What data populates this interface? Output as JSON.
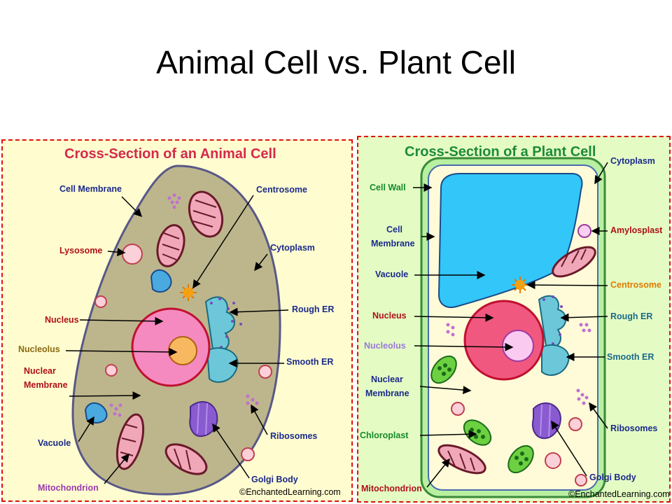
{
  "page": {
    "title": "Animal Cell vs. Plant Cell"
  },
  "colors": {
    "animal_title": "#d42a4a",
    "plant_title": "#1d8a3a",
    "label_blue": "#1b2a8a",
    "label_red": "#b0101a",
    "label_olive": "#8a6a10",
    "label_purple": "#9a3ab0",
    "label_green": "#158a2a",
    "label_orange": "#e07a00",
    "label_teal": "#1a6a8a"
  },
  "animal": {
    "title": "Cross-Section of an Animal Cell",
    "labels": {
      "cell_membrane": "Cell Membrane",
      "lysosome": "Lysosome",
      "nucleus": "Nucleus",
      "nucleolus": "Nucleolus",
      "nuclear_membrane_1": "Nuclear",
      "nuclear_membrane_2": "Membrane",
      "vacuole": "Vacuole",
      "mitochondrion": "Mitochondrion",
      "centrosome": "Centrosome",
      "cytoplasm": "Cytoplasm",
      "rough_er": "Rough ER",
      "smooth_er": "Smooth ER",
      "ribosomes": "Ribosomes",
      "golgi_body": "Golgi Body"
    },
    "credit": "©EnchantedLearning.com"
  },
  "plant": {
    "title": "Cross-Section of a Plant Cell",
    "labels": {
      "cell_wall": "Cell Wall",
      "cell_membrane_1": "Cell",
      "cell_membrane_2": "Membrane",
      "vacuole": "Vacuole",
      "nucleus": "Nucleus",
      "nucleolus": "Nucleolus",
      "nuclear_membrane_1": "Nuclear",
      "nuclear_membrane_2": "Membrane",
      "chloroplast": "Chloroplast",
      "mitochondrion": "Mitochondrion",
      "cytoplasm": "Cytoplasm",
      "amylosplast": "Amylosplast",
      "centrosome": "Centrosome",
      "rough_er": "Rough ER",
      "smooth_er": "Smooth ER",
      "ribosomes": "Ribosomes",
      "golgi_body": "Golgi Body"
    },
    "credit": "©EnchantedLearning.com"
  }
}
